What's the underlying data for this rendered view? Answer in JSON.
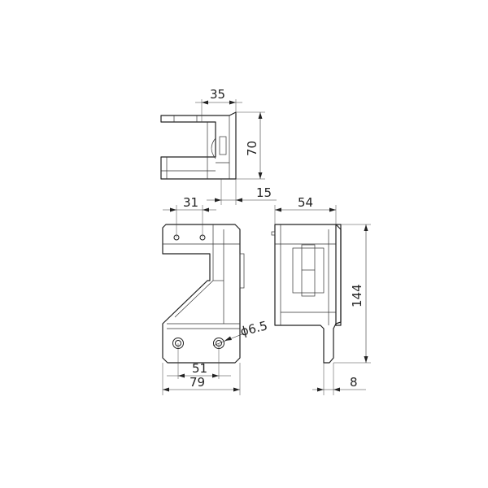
{
  "dimensions": {
    "top_width": "35",
    "top_height": "70",
    "top_offset": "15",
    "front_hole_spacing_top": "31",
    "front_hole_spacing_bottom": "51",
    "front_width": "79",
    "hole_diameter": "ϕ6.5",
    "side_width": "54",
    "side_height": "144",
    "side_flange": "8"
  },
  "colors": {
    "line": "#222222",
    "background": "#ffffff"
  }
}
